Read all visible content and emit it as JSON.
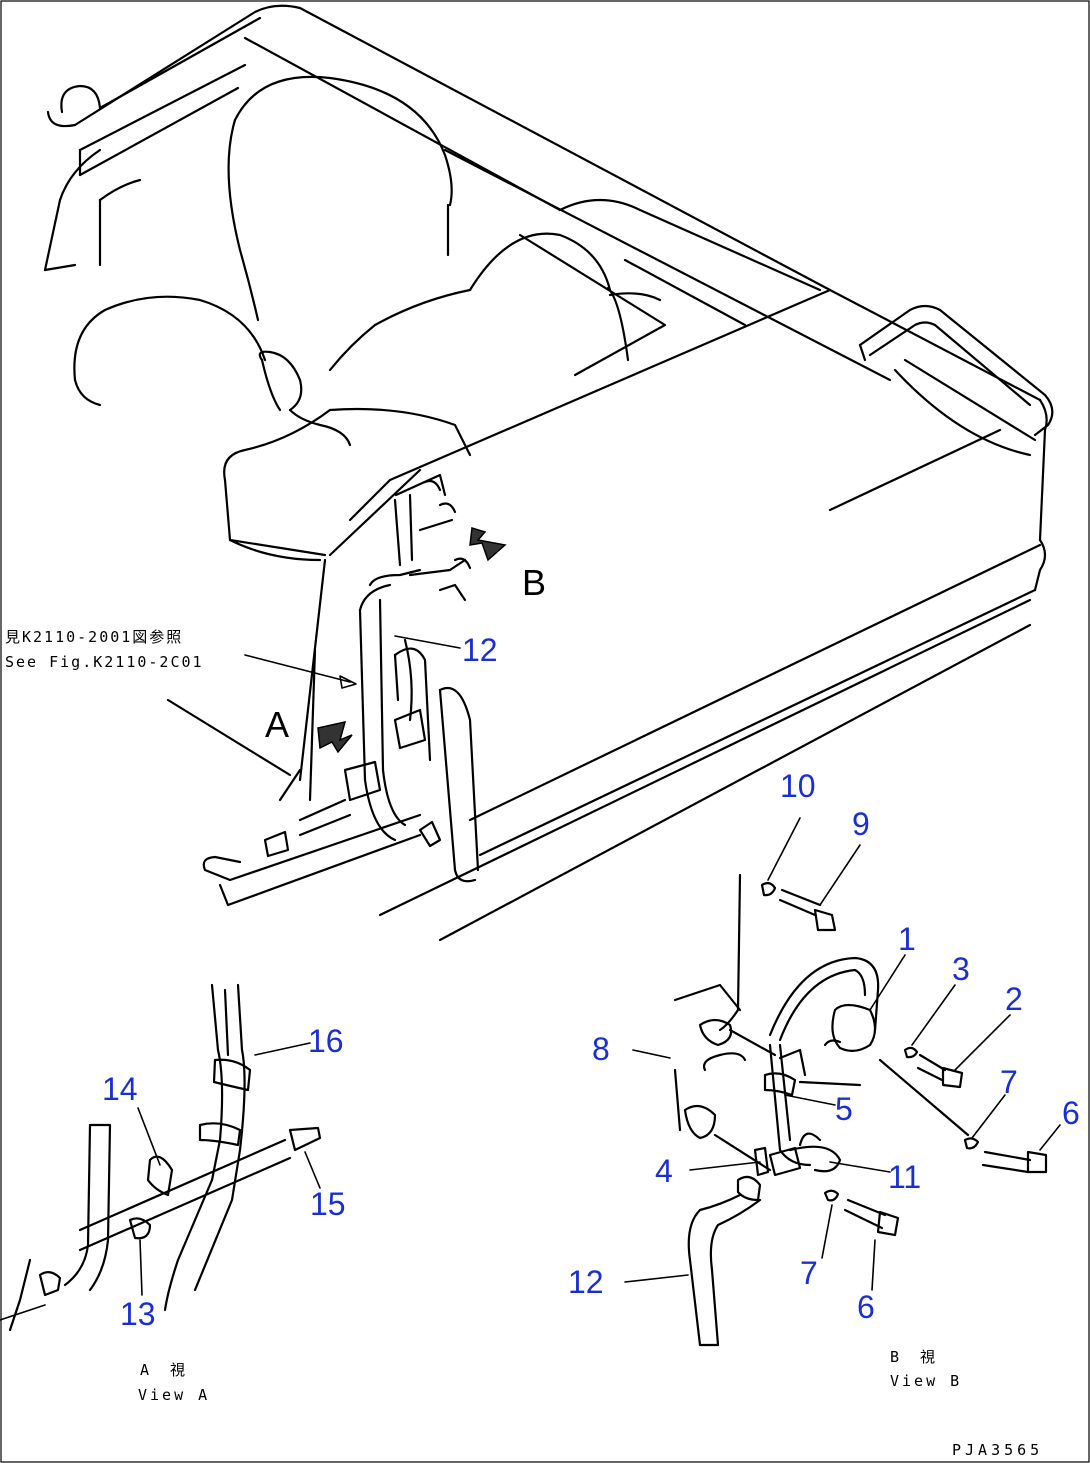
{
  "callouts": {
    "c1": "1",
    "c2": "2",
    "c3": "3",
    "c4": "4",
    "c5": "5",
    "c6a": "6",
    "c6b": "6",
    "c7a": "7",
    "c7b": "7",
    "c8": "8",
    "c9": "9",
    "c10": "10",
    "c11": "11",
    "c12a": "12",
    "c12b": "12",
    "c13": "13",
    "c14": "14",
    "c15": "15",
    "c16": "16"
  },
  "view_markers": {
    "a": "A",
    "b": "B"
  },
  "reference_note": {
    "line1": "見K2110-2001図参照",
    "line2": "See Fig.K2110-2C01"
  },
  "view_a_caption": {
    "jp": "A　視",
    "en": "View A"
  },
  "view_b_caption": {
    "jp": "B　視",
    "en": "View B"
  },
  "drawing_code": "PJA3565",
  "colors": {
    "callout": "#1a2fd0",
    "line": "#000000"
  }
}
